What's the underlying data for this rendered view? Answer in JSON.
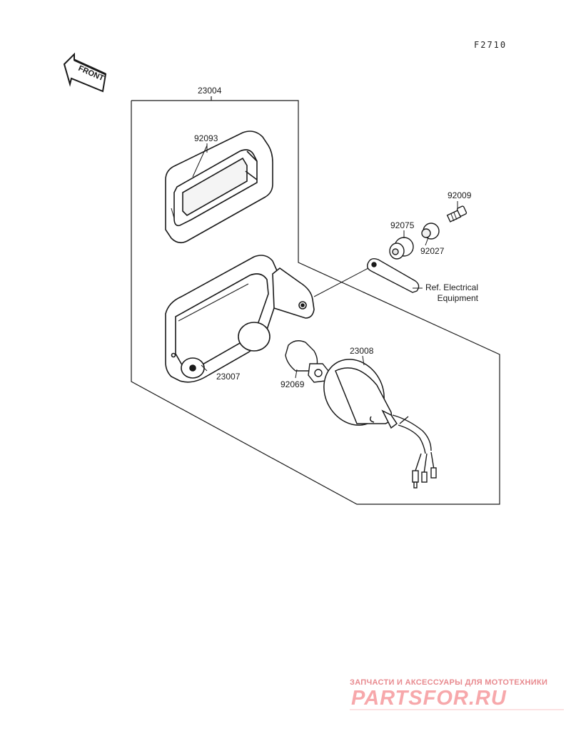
{
  "figure_code": "F2710",
  "front_label": "FRONT",
  "reference_note": {
    "line1": "Ref. Electrical",
    "line2": "Equipment"
  },
  "parts": [
    {
      "number": "23004"
    },
    {
      "number": "92093"
    },
    {
      "number": "92009"
    },
    {
      "number": "92075"
    },
    {
      "number": "92027"
    },
    {
      "number": "23007"
    },
    {
      "number": "23008"
    },
    {
      "number": "92069"
    }
  ],
  "watermark": {
    "tagline": "ЗАПЧАСТИ И АКСЕССУАРЫ ДЛЯ МОТОТЕХНИКИ",
    "logo": "PARTSFOR.RU"
  },
  "colors": {
    "line": "#1a1a1a",
    "watermark": "#f7a8ab"
  }
}
